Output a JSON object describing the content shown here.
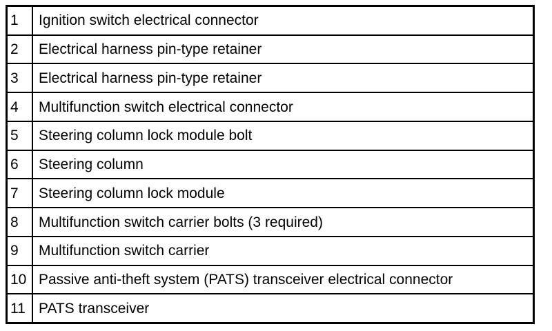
{
  "colors": {
    "background": "#ffffff",
    "text": "#000000",
    "border": "#000000"
  },
  "table": {
    "rows": [
      {
        "number": "1",
        "description": "Ignition switch electrical connector"
      },
      {
        "number": "2",
        "description": "Electrical harness pin-type retainer"
      },
      {
        "number": "3",
        "description": "Electrical harness pin-type retainer"
      },
      {
        "number": "4",
        "description": "Multifunction switch electrical connector"
      },
      {
        "number": "5",
        "description": "Steering column lock module bolt"
      },
      {
        "number": "6",
        "description": "Steering column"
      },
      {
        "number": "7",
        "description": "Steering column lock module"
      },
      {
        "number": "8",
        "description": "Multifunction switch carrier bolts (3 required)"
      },
      {
        "number": "9",
        "description": "Multifunction switch carrier"
      },
      {
        "number": "10",
        "description": "Passive anti-theft system (PATS) transceiver electrical connector"
      },
      {
        "number": "11",
        "description": "PATS transceiver"
      }
    ]
  }
}
